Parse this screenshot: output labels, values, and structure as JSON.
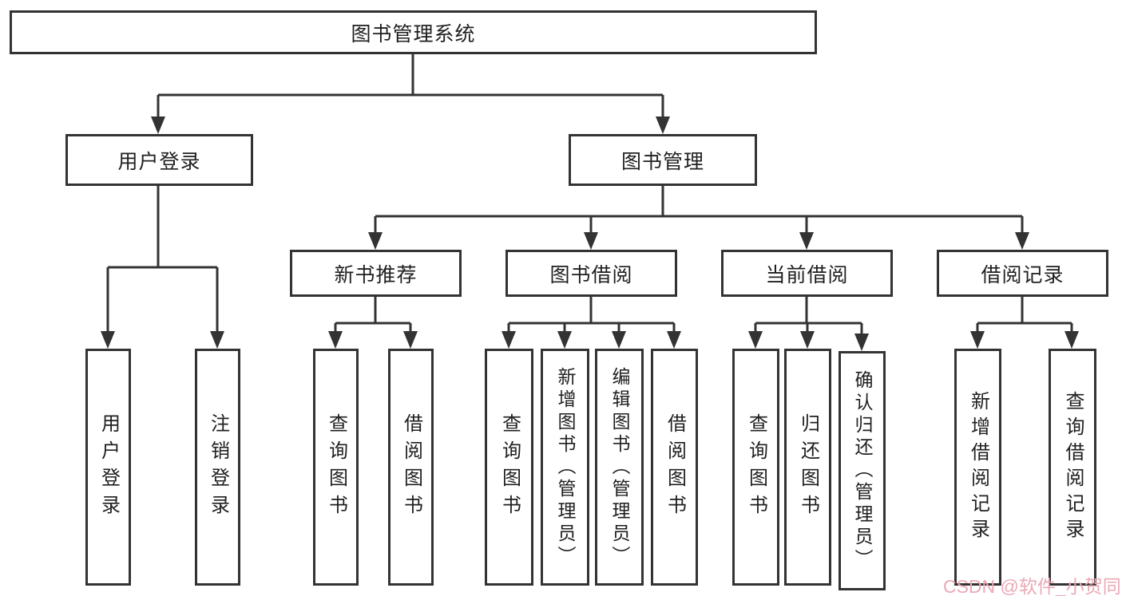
{
  "tree": {
    "root": {
      "label": "图书管理系统"
    },
    "branches": [
      {
        "label": "用户登录",
        "children": [
          {
            "label": "用户登录"
          },
          {
            "label": "注销登录"
          }
        ]
      },
      {
        "label": "图书管理",
        "children": [
          {
            "label": "新书推荐",
            "children": [
              {
                "label": "查询图书"
              },
              {
                "label": "借阅图书"
              }
            ]
          },
          {
            "label": "图书借阅",
            "children": [
              {
                "label": "查询图书"
              },
              {
                "label": "新增图书（管理员）"
              },
              {
                "label": "编辑图书（管理员）"
              },
              {
                "label": "借阅图书"
              }
            ]
          },
          {
            "label": "当前借阅",
            "children": [
              {
                "label": "查询图书"
              },
              {
                "label": "归还图书"
              },
              {
                "label": "确认归还（管理员）"
              }
            ]
          },
          {
            "label": "借阅记录",
            "children": [
              {
                "label": "新增借阅记录"
              },
              {
                "label": "查询借阅记录"
              }
            ]
          }
        ]
      }
    ]
  },
  "watermark": {
    "text": "CSDN @软件_小贺同学"
  },
  "colors": {
    "line": "#333333",
    "box_border": "#333333",
    "text": "#1f1f1f",
    "background": "#ffffff",
    "watermark": "#eba9b6"
  }
}
